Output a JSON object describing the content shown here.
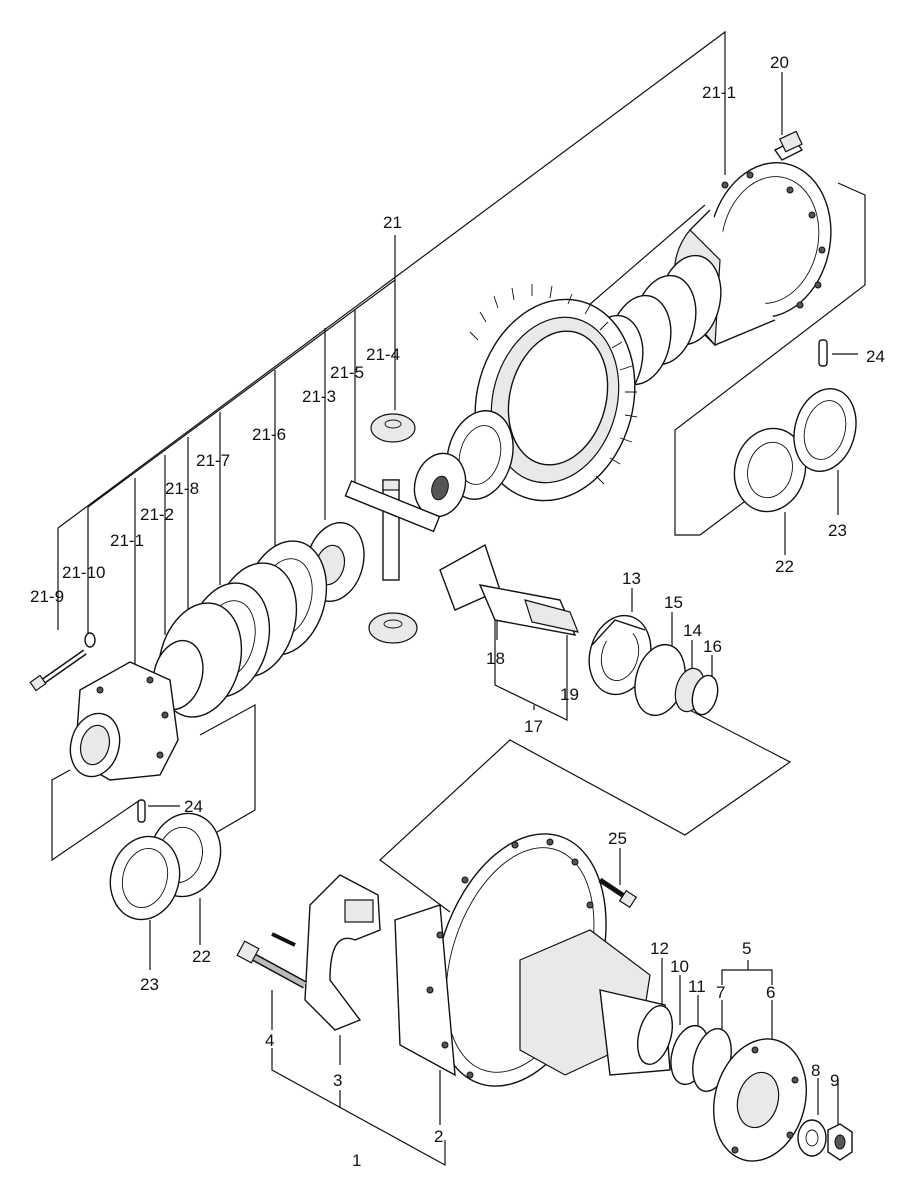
{
  "labels": {
    "p20": "20",
    "p21_1_top": "21-1",
    "p21": "21",
    "p21_4": "21-4",
    "p21_5": "21-5",
    "p21_3": "21-3",
    "p21_6": "21-6",
    "p21_7": "21-7",
    "p21_8": "21-8",
    "p21_2": "21-2",
    "p21_1": "21-1",
    "p21_10": "21-10",
    "p21_9": "21-9",
    "p24_top": "24",
    "p22_top": "22",
    "p23_top": "23",
    "p13": "13",
    "p15": "15",
    "p14": "14",
    "p16": "16",
    "p18": "18",
    "p19": "19",
    "p17": "17",
    "p24_bottom": "24",
    "p22_bottom": "22",
    "p23_bottom": "23",
    "p25": "25",
    "p5": "5",
    "p7": "7",
    "p6": "6",
    "p12": "12",
    "p10": "10",
    "p11": "11",
    "p8": "8",
    "p9": "9",
    "p4": "4",
    "p3": "3",
    "p2": "2",
    "p1": "1"
  }
}
